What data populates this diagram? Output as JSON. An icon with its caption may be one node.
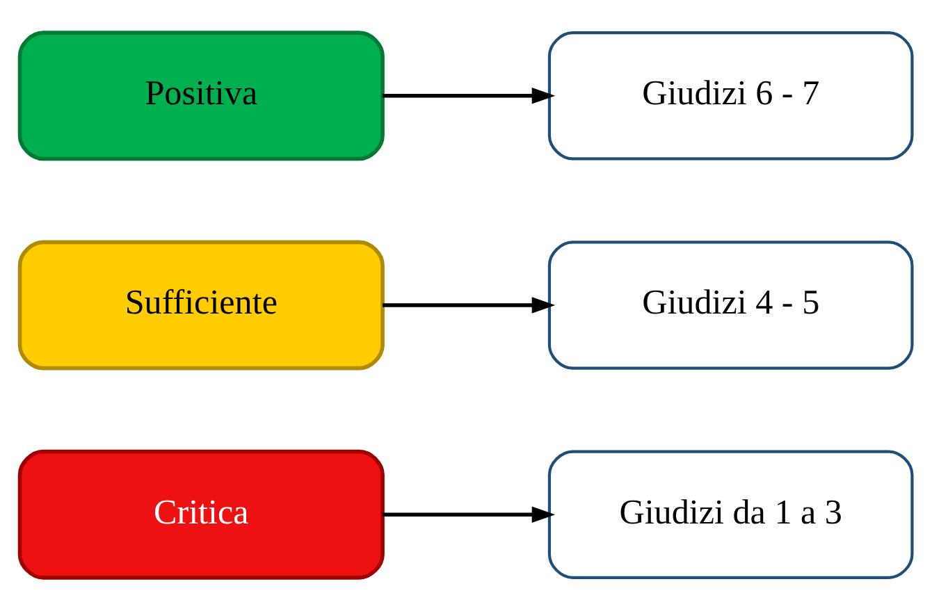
{
  "diagram": {
    "nodes": [
      {
        "text": [
          "Critica"
        ]
      },
      {
        "text": [
          "Giudizi da 1 a 3"
        ]
      },
      {
        "text": [
          "Sufficiente"
        ]
      },
      {
        "text": [
          "Giudizi 4 - 5"
        ]
      },
      {
        "text": [
          "Positiva"
        ]
      },
      {
        "text": [
          "Giudizi 6 - 7"
        ]
      }
    ],
    "edges": [
      {
        "from": 0,
        "to": 1,
        "arrow": "to"
      },
      {
        "from": 2,
        "to": 3,
        "arrow": "to"
      },
      {
        "from": 4,
        "to": 5,
        "arrow": "to"
      }
    ]
  }
}
